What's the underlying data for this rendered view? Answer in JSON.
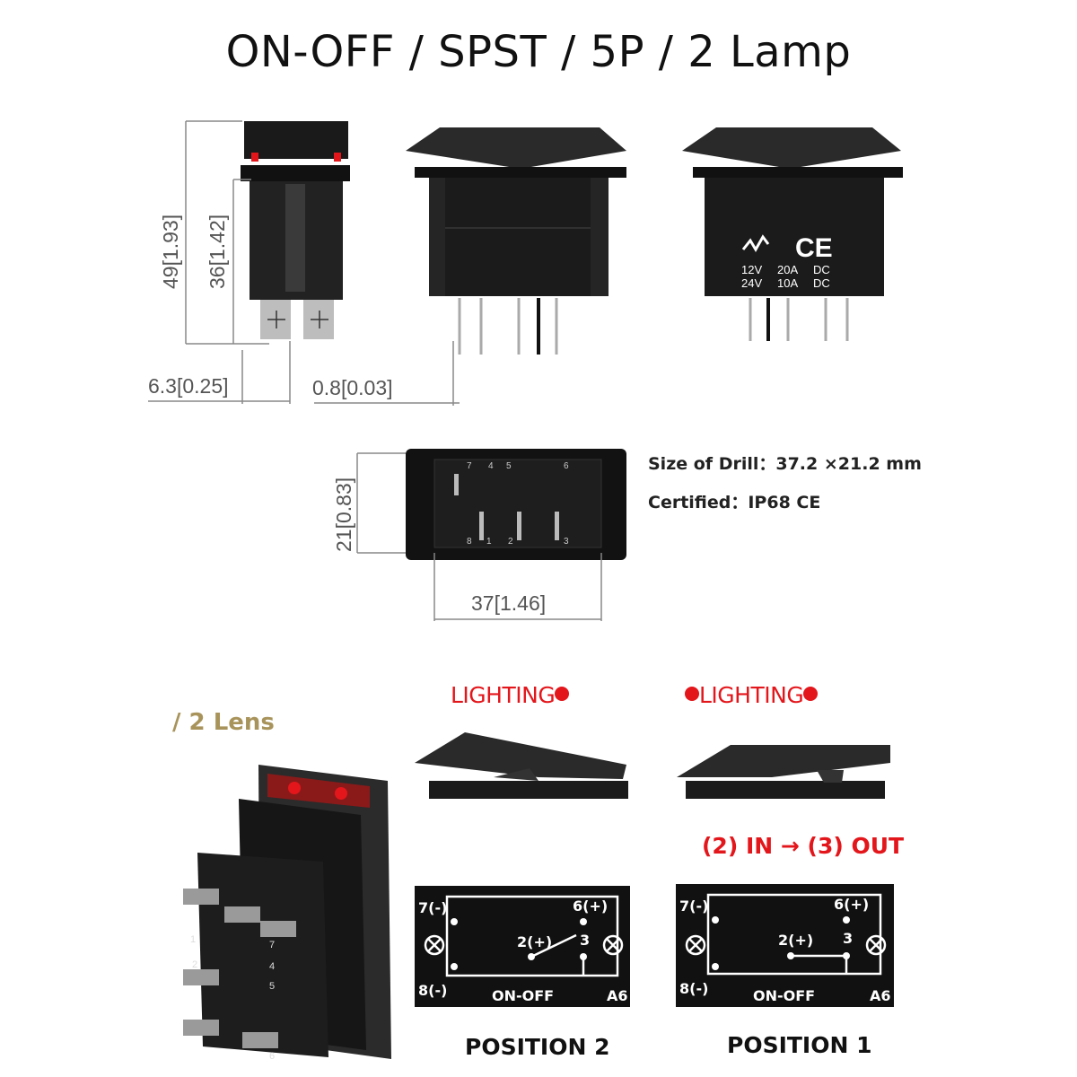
{
  "title": "ON-OFF / SPST / 5P / 2 Lamp",
  "dimensions": {
    "height_total": "49[1.93]",
    "height_body": "36[1.42]",
    "terminal_width": "6.3[0.25]",
    "terminal_thickness": "0.8[0.03]",
    "panel_height": "21[0.83]",
    "panel_width": "37[1.46]"
  },
  "rating_label": {
    "row1": [
      "12V",
      "20A",
      "DC"
    ],
    "row2": [
      "24V",
      "10A",
      "DC"
    ],
    "ce_mark": "CE"
  },
  "bottom_pins": [
    "7",
    "4",
    "5",
    "6",
    "8",
    "1",
    "2",
    "3"
  ],
  "specs": {
    "drill": "Size of Drill：37.2 ×21.2 mm",
    "certified": "Certified：IP68   CE"
  },
  "lens_caption": "/ 2  Lens",
  "lighting_label": "LIGHTING",
  "flow_label": "(2) IN → (3) OUT",
  "iso_pins": [
    "1",
    "2",
    "7",
    "4",
    "5",
    "6"
  ],
  "schematics": [
    {
      "position": "POSITION  2",
      "pins": {
        "p7": "7(-)",
        "p6": "6(+)",
        "p2": "2(+)",
        "p3": "3",
        "p8": "8(-)"
      },
      "mode": "ON-OFF",
      "model": "A6",
      "switch_state": "open"
    },
    {
      "position": "POSITION  1",
      "pins": {
        "p7": "7(-)",
        "p6": "6(+)",
        "p2": "2(+)",
        "p3": "3",
        "p8": "8(-)"
      },
      "mode": "ON-OFF",
      "model": "A6",
      "switch_state": "closed"
    }
  ],
  "colors": {
    "accent_red": "#e3161b",
    "lens_gold": "#a8945b",
    "body": "#1b1b1b"
  }
}
